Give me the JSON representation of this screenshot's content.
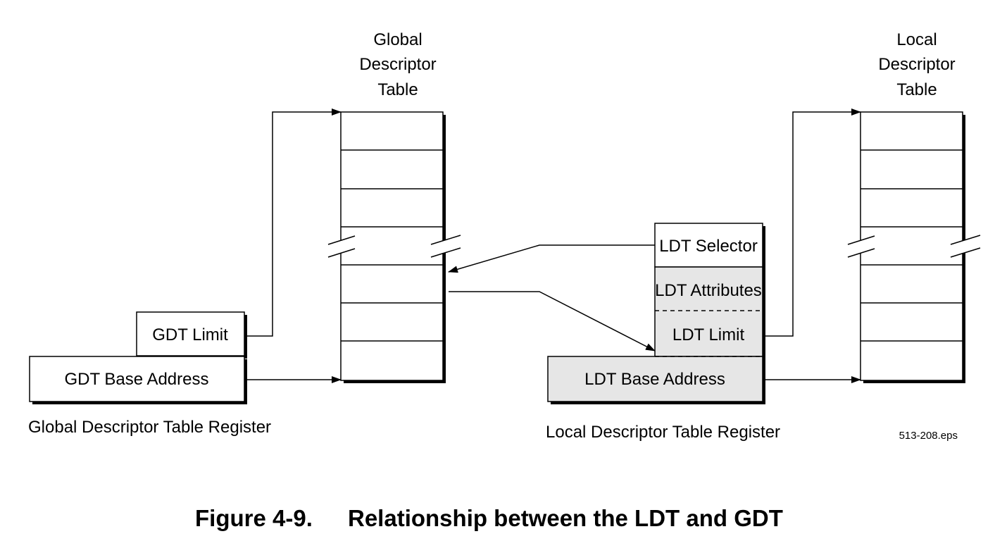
{
  "gdt": {
    "title_lines": [
      "Global",
      "Descriptor",
      "Table"
    ]
  },
  "ldt": {
    "title_lines": [
      "Local",
      "Descriptor",
      "Table"
    ]
  },
  "gdtr": {
    "limit": "GDT Limit",
    "base": "GDT Base Address",
    "caption": "Global Descriptor Table Register"
  },
  "ldtr": {
    "selector": "LDT Selector",
    "attributes": "LDT Attributes",
    "limit": "LDT Limit",
    "base": "LDT Base Address",
    "caption": "Local Descriptor Table Register"
  },
  "file_label": "513-208.eps",
  "figure": {
    "number": "Figure 4-9.",
    "title": "Relationship between the LDT and GDT"
  },
  "colors": {
    "register_fill": "#e6e6e6",
    "line": "#000000"
  }
}
